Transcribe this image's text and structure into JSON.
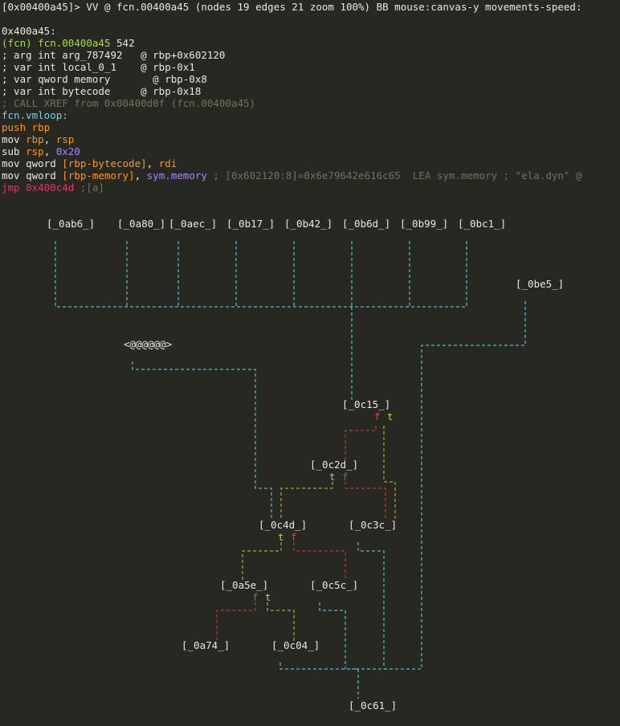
{
  "header": {
    "prompt": "[0x00400a45]>",
    "status": " VV @ fcn.00400a45 (nodes 19 edges 21 zoom 100%) BB mouse:canvas-y movements-speed:"
  },
  "disasm": {
    "addr_label": "0x400a45:",
    "fcn_prefix": "(fcn)",
    "fcn_name": "fcn.00400a45",
    "fcn_size": "542",
    "vars": [
      "; arg int arg_787492   @ rbp+0x602120",
      "; var int local_0_1    @ rbp-0x1",
      "; var qword memory       @ rbp-0x8",
      "; var int bytecode     @ rbp-0x18"
    ],
    "xref": "; CALL XREF from 0x00400d0f (fcn.00400a45)",
    "label": "fcn.vmloop:",
    "push_mn": "push",
    "push_reg": "rbp",
    "mov1_mn": "mov",
    "mov1_a": "rbp",
    "mov1_b": "rsp",
    "sub_mn": "sub",
    "sub_reg": "rsp",
    "sub_val": "0x20",
    "mov2_mn": "mov qword",
    "mov2_mem": "[rbp-bytecode]",
    "mov2_reg": "rdi",
    "mov3_mn": "mov qword",
    "mov3_mem": "[rbp-memory]",
    "mov3_sym": "sym.memory",
    "mov3_comment": " ; [0x602120:8]=0x6e79642e616c65  LEA sym.memory ; \"ela.dyn\" @",
    "jmp_mn": "jmp",
    "jmp_target": "0x400c4d",
    "jmp_comment": ";[a]"
  },
  "graph": {
    "nodes": [
      "[_0ab6_]",
      "[_0a80_]",
      "[_0aec_]",
      "[_0b17_]",
      "[_0b42_]",
      "[_0b6d_]",
      "[_0b99_]",
      "[_0bc1_]",
      "[_0be5_]",
      "<@@@@@@>",
      "[_0c15_]",
      "[_0c2d_]",
      "[_0c4d_]",
      "[_0c3c_]",
      "[_0a5e_]",
      "[_0c5c_]",
      "[_0a74_]",
      "[_0c04_]",
      "[_0c61_]"
    ],
    "edge_true": "t",
    "edge_false": "f",
    "colors": {
      "call": "#66d9ef",
      "true": "#b8cc2e",
      "false": "#d9412e"
    }
  }
}
